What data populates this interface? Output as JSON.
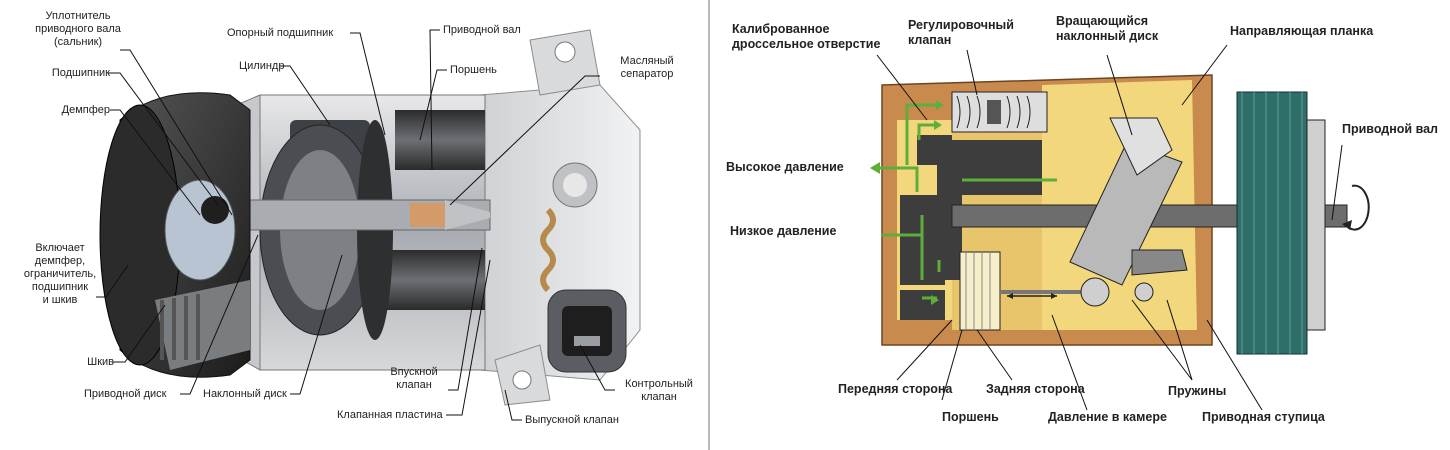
{
  "left": {
    "labels": {
      "seal": "Уплотнитель\nприводного вала\n(сальник)",
      "bearing": "Подшипник",
      "damper": "Демпфер",
      "includes": "Включает\nдемпфер,\nограничитель,\nподшипник\nи шкив",
      "pulley": "Шкив",
      "drive_disc": "Приводной диск",
      "swash_plate": "Наклонный диск",
      "support_bearing": "Опорный подшипник",
      "cylinder": "Цилиндр",
      "drive_shaft": "Приводной вал",
      "piston": "Поршень",
      "oil_separator": "Масляный\nсепаратор",
      "intake_valve": "Впускной\nклапан",
      "valve_plate": "Клапанная пластина",
      "control_valve": "Контрольный\nклапан",
      "exhaust_valve": "Выпускной клапан"
    }
  },
  "right": {
    "labels": {
      "calibrated_orifice": "Калиброванное\nдроссельное отверстие",
      "control_valve": "Регулировочный\nклапан",
      "rotating_swash": "Вращающийся\nнаклонный диск",
      "guide_bar": "Направляющая планка",
      "drive_shaft": "Приводной вал",
      "high_pressure": "Высокое давление",
      "low_pressure": "Низкое давление",
      "front_side": "Передняя сторона",
      "rear_side": "Задняя сторона",
      "springs": "Пружины",
      "piston": "Поршень",
      "chamber_pressure": "Давление в камере",
      "drive_hub": "Приводная ступица"
    },
    "colors": {
      "housing": "#c98a4e",
      "cavity": "#f2d77c",
      "dark": "#3d3d3d",
      "green": "#5fae3c",
      "pulley": "#2f6e6a"
    }
  }
}
